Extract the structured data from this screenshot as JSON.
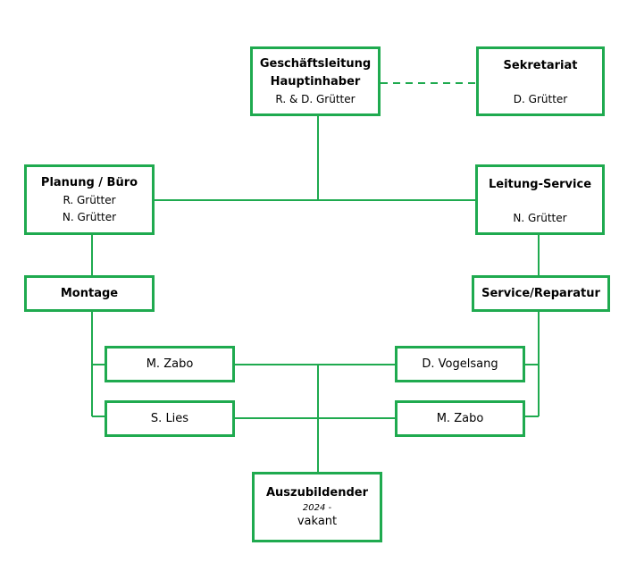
{
  "org": {
    "gl": {
      "title1": "Geschäftsleitung",
      "title2": "Hauptinhaber",
      "person": "R. & D. Grütter"
    },
    "sek": {
      "title": "Sekretariat",
      "person": "D. Grütter"
    },
    "planung": {
      "title": "Planung / Büro",
      "person1": "R. Grütter",
      "person2": "N. Grütter"
    },
    "leitung": {
      "title": "Leitung-Service",
      "person": "N. Grütter"
    },
    "montage": {
      "title": "Montage"
    },
    "service": {
      "title": "Service/Reparatur"
    },
    "m_zabo_left": "M. Zabo",
    "s_lies": "S. Lies",
    "d_vogelsang": "D. Vogelsang",
    "m_zabo_right": "M. Zabo",
    "azubi": {
      "title": "Auszubildender",
      "year": "2024 -",
      "status": "vakant"
    }
  },
  "colors": {
    "line": "#1faa4f"
  }
}
